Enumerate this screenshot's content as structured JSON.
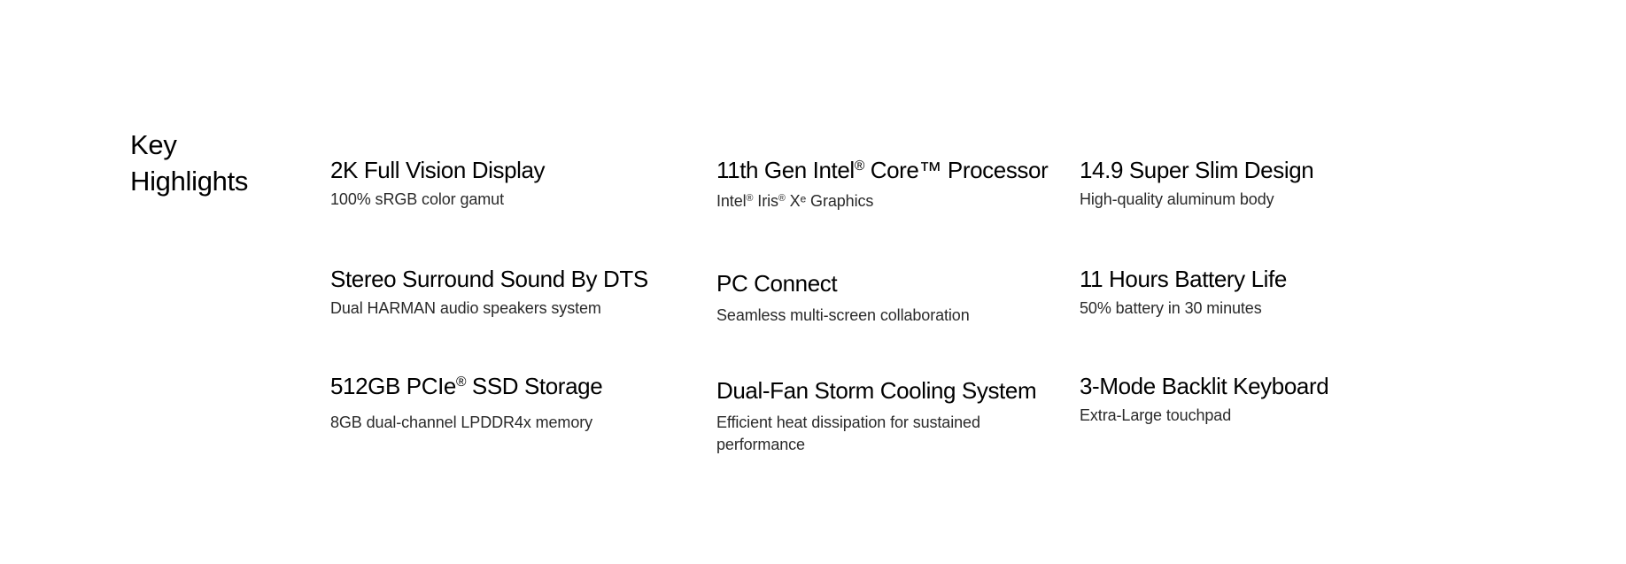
{
  "section": {
    "title": "Key Highlights"
  },
  "features": [
    {
      "title": "2K Full Vision Display",
      "description": "100% sRGB color gamut"
    },
    {
      "title_pre": "11th Gen Intel",
      "title_sup": "®",
      "title_post": " Core™ Processor",
      "desc_pre": "Intel",
      "desc_sup1": "®",
      "desc_mid": " Iris",
      "desc_sup2": "®",
      "desc_post": " Xᵉ Graphics"
    },
    {
      "title": "14.9 Super Slim Design",
      "description": "High-quality aluminum body"
    },
    {
      "title": "Stereo Surround Sound By DTS",
      "description": "Dual HARMAN audio speakers system"
    },
    {
      "title": "PC Connect",
      "description": "Seamless multi-screen collaboration"
    },
    {
      "title": "11 Hours Battery Life",
      "description": "50% battery in 30 minutes"
    },
    {
      "title_pre": "512GB PCIe",
      "title_sup": "®",
      "title_post": " SSD Storage",
      "description": "8GB dual-channel LPDDR4x memory"
    },
    {
      "title": "Dual-Fan Storm Cooling System",
      "description": "Efficient heat dissipation for sustained performance"
    },
    {
      "title": "3-Mode Backlit Keyboard",
      "description": "Extra-Large touchpad"
    }
  ]
}
